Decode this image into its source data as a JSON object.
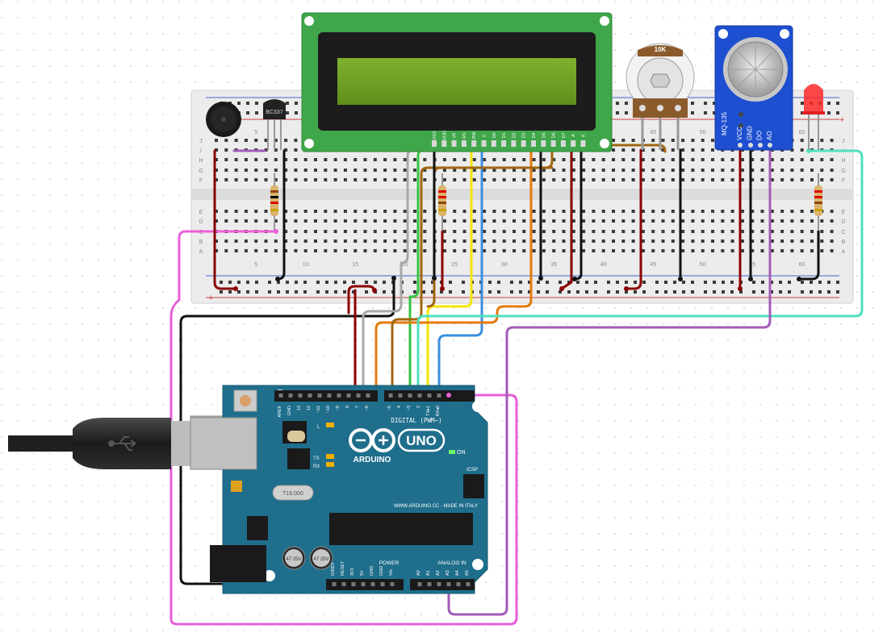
{
  "breadboard": {
    "row_letters_top": [
      "J",
      "I",
      "H",
      "G",
      "F"
    ],
    "row_letters_bottom": [
      "E",
      "D",
      "C",
      "B",
      "A"
    ],
    "column_numbers": [
      "5",
      "10",
      "15",
      "20",
      "25",
      "30",
      "35",
      "40",
      "45",
      "50",
      "55",
      "60"
    ],
    "rail_plus": "+",
    "rail_minus": "-"
  },
  "lcd": {
    "pin_labels": [
      "VSS",
      "VDD",
      "V0",
      "RS",
      "RW",
      "E",
      "D0",
      "D1",
      "D2",
      "D3",
      "D4",
      "D5",
      "D6",
      "D7",
      "A",
      "K"
    ]
  },
  "potentiometer": {
    "value_label": "10K"
  },
  "transistor": {
    "part_label": "BC337"
  },
  "gas_sensor": {
    "model_label": "MQ-135",
    "pin_labels": [
      "VCC",
      "GND",
      "DO",
      "AO"
    ]
  },
  "led": {
    "color": "#ff2a2a"
  },
  "arduino": {
    "uno_label": "UNO",
    "brand_label": "ARDUINO",
    "digital_label": "DIGITAL (PWM~)",
    "analog_label": "ANALOG IN",
    "power_label": "POWER",
    "on_label": "ON",
    "icsp_label": "ICSP",
    "tx_label": "TX",
    "rx_label": "RX",
    "l_label": "L",
    "website_label": "WWW.ARDUINO.CC - MADE IN ITALY",
    "crystal_label": "T16.000",
    "digital_pins": [
      "AREF",
      "GND",
      "13",
      "12",
      "~11",
      "~10",
      "~9",
      "8",
      "7",
      "~6",
      "~5",
      "4",
      "~3",
      "2",
      "TX▸1",
      "RX◂0"
    ],
    "analog_pins": [
      "A0",
      "A1",
      "A2",
      "A3",
      "A4",
      "A5"
    ],
    "power_pins": [
      "IOREF",
      "RESET",
      "3V3",
      "5V",
      "GND",
      "GND",
      "Vin"
    ],
    "cap_labels": [
      "47 25V",
      "47 25V"
    ]
  },
  "wire_colors": {
    "red": "#8b0000",
    "black": "#111111",
    "pink": "#e85fd8",
    "purple": "#a25bb8",
    "green": "#36c442",
    "yellow": "#f4e600",
    "blue": "#3a8ee0",
    "orange": "#e57a0c",
    "brown": "#a0660f",
    "gray": "#a8a8a8",
    "teal": "#4fe0c0"
  }
}
